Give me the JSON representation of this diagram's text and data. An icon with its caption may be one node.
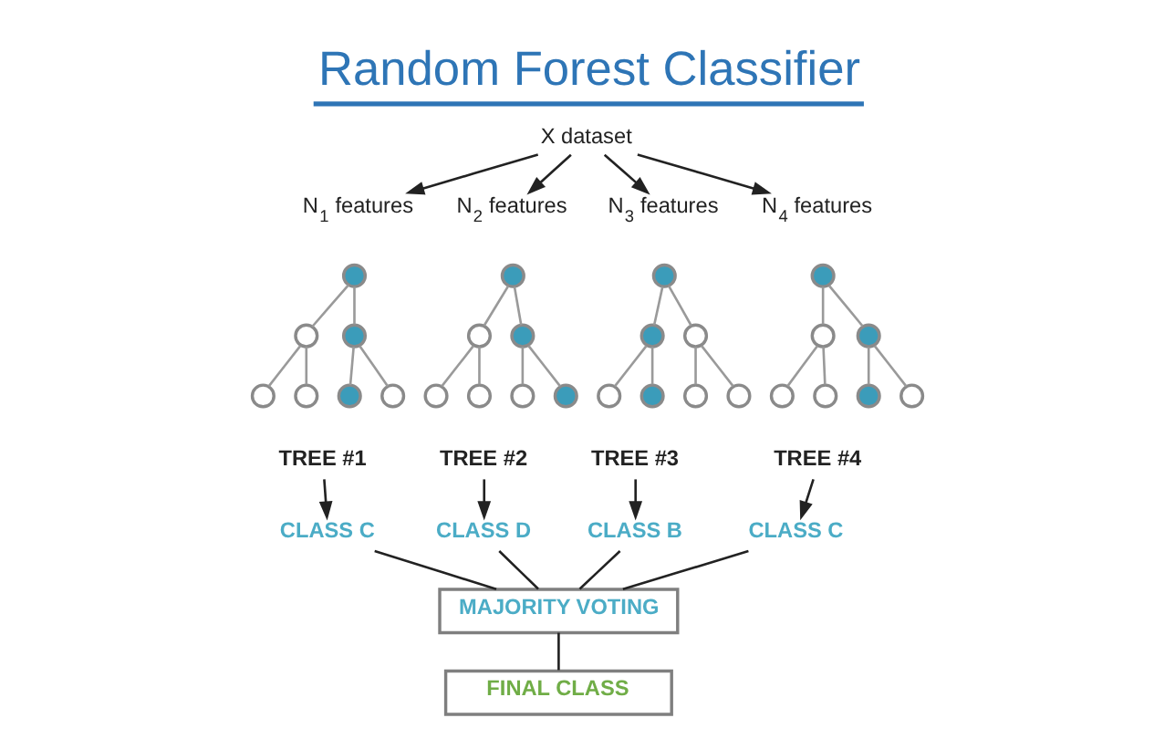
{
  "diagram": {
    "title": "Random Forest Classifier",
    "nodes": [
      {
        "text": [
          "X dataset"
        ]
      },
      {
        "text": [
          "N$_{1}$ features"
        ]
      },
      {
        "text": [],
        "shape": "circle"
      },
      {
        "text": [],
        "shape": "circle"
      },
      {
        "text": [],
        "shape": "circle"
      },
      {
        "text": [],
        "shape": "circle"
      },
      {
        "text": [],
        "shape": "circle"
      },
      {
        "text": [],
        "shape": "circle"
      },
      {
        "text": [],
        "shape": "circle"
      },
      {
        "text": [
          "TREE #1"
        ]
      },
      {
        "text": [
          "CLASS C"
        ]
      },
      {
        "text": [
          "N$_{2}$ features"
        ]
      },
      {
        "text": [],
        "shape": "circle"
      },
      {
        "text": [],
        "shape": "circle"
      },
      {
        "text": [],
        "shape": "circle"
      },
      {
        "text": [],
        "shape": "circle"
      },
      {
        "text": [],
        "shape": "circle"
      },
      {
        "text": [],
        "shape": "circle"
      },
      {
        "text": [],
        "shape": "circle"
      },
      {
        "text": [
          "TREE #2"
        ]
      },
      {
        "text": [
          "CLASS D"
        ]
      },
      {
        "text": [
          "N$_{3}$ features"
        ]
      },
      {
        "text": [],
        "shape": "circle"
      },
      {
        "text": [],
        "shape": "circle"
      },
      {
        "text": [],
        "shape": "circle"
      },
      {
        "text": [],
        "shape": "circle"
      },
      {
        "text": [],
        "shape": "circle"
      },
      {
        "text": [],
        "shape": "circle"
      },
      {
        "text": [],
        "shape": "circle"
      },
      {
        "text": [
          "TREE #3"
        ]
      },
      {
        "text": [
          "CLASS B"
        ]
      },
      {
        "text": [
          "N$_{4}$ features"
        ]
      },
      {
        "text": [],
        "shape": "circle"
      },
      {
        "text": [],
        "shape": "circle"
      },
      {
        "text": [],
        "shape": "circle"
      },
      {
        "text": [],
        "shape": "circle"
      },
      {
        "text": [],
        "shape": "circle"
      },
      {
        "text": [],
        "shape": "circle"
      },
      {
        "text": [],
        "shape": "circle"
      },
      {
        "text": [
          "TREE #4"
        ]
      },
      {
        "text": [
          "CLASS C"
        ]
      },
      {
        "text": [
          "MAJORITY VOTING"
        ]
      },
      {
        "text": [
          "FINAL CLASS"
        ]
      }
    ],
    "edges": [
      {
        "from": 0,
        "to": 1,
        "arrow": "to",
        "color": "#222222"
      },
      {
        "from": 0,
        "to": 11,
        "arrow": "to",
        "color": "#222222"
      },
      {
        "from": 0,
        "to": 21,
        "arrow": "to",
        "color": "#222222"
      },
      {
        "from": 0,
        "to": 31,
        "arrow": "to",
        "color": "#222222"
      },
      {
        "from": 2,
        "to": 3,
        "arrow": "none"
      },
      {
        "from": 2,
        "to": 4,
        "arrow": "none"
      },
      {
        "from": 3,
        "to": 5,
        "arrow": "none"
      },
      {
        "from": 3,
        "to": 6,
        "arrow": "none"
      },
      {
        "from": 4,
        "to": 7,
        "arrow": "none"
      },
      {
        "from": 4,
        "to": 8,
        "arrow": "none"
      },
      {
        "from": 12,
        "to": 13,
        "arrow": "none"
      },
      {
        "from": 12,
        "to": 14,
        "arrow": "none"
      },
      {
        "from": 13,
        "to": 15,
        "arrow": "none"
      },
      {
        "from": 13,
        "to": 16,
        "arrow": "none"
      },
      {
        "from": 14,
        "to": 17,
        "arrow": "none"
      },
      {
        "from": 14,
        "to": 18,
        "arrow": "none"
      },
      {
        "from": 22,
        "to": 23,
        "arrow": "none"
      },
      {
        "from": 22,
        "to": 24,
        "arrow": "none"
      },
      {
        "from": 23,
        "to": 25,
        "arrow": "none"
      },
      {
        "from": 23,
        "to": 26,
        "arrow": "none"
      },
      {
        "from": 24,
        "to": 27,
        "arrow": "none"
      },
      {
        "from": 24,
        "to": 28,
        "arrow": "none"
      },
      {
        "from": 32,
        "to": 33,
        "arrow": "none"
      },
      {
        "from": 32,
        "to": 34,
        "arrow": "none"
      },
      {
        "from": 33,
        "to": 35,
        "arrow": "none"
      },
      {
        "from": 33,
        "to": 36,
        "arrow": "none"
      },
      {
        "from": 34,
        "to": 37,
        "arrow": "none"
      },
      {
        "from": 34,
        "to": 38,
        "arrow": "none"
      },
      {
        "from": 9,
        "to": 10,
        "arrow": "to",
        "color": "#222222"
      },
      {
        "from": 19,
        "to": 20,
        "arrow": "to",
        "color": "#222222"
      },
      {
        "from": 29,
        "to": 30,
        "arrow": "to",
        "color": "#222222"
      },
      {
        "from": 39,
        "to": 40,
        "arrow": "to",
        "color": "#222222"
      },
      {
        "from": 10,
        "to": 41,
        "arrow": "none",
        "color": "#222222"
      },
      {
        "from": 20,
        "to": 41,
        "arrow": "none",
        "color": "#222222"
      },
      {
        "from": 30,
        "to": 41,
        "arrow": "none",
        "color": "#222222"
      },
      {
        "from": 40,
        "to": 41,
        "arrow": "none",
        "color": "#222222"
      },
      {
        "from": 41,
        "to": 42,
        "arrow": "none",
        "color": "#222222"
      }
    ]
  }
}
